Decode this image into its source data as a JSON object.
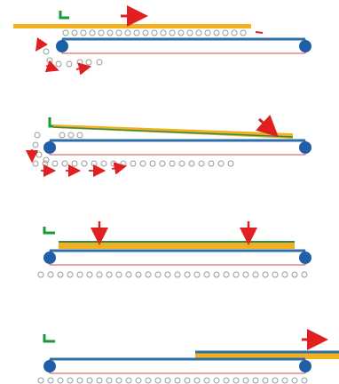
{
  "diagram": {
    "panels": [
      {
        "id": "panel-1"
      },
      {
        "id": "panel-2"
      },
      {
        "id": "panel-3"
      },
      {
        "id": "panel-4"
      }
    ],
    "colors": {
      "belt": "#2e6fa7",
      "belt_frame": "#c85050",
      "roller": "#1f5fa8",
      "sheet_yellow": "#f2b01e",
      "sheet_green": "#2e8b57",
      "arrow": "#e02020",
      "marker": "#1a9a3a",
      "dot": "#9a9a9a"
    }
  }
}
